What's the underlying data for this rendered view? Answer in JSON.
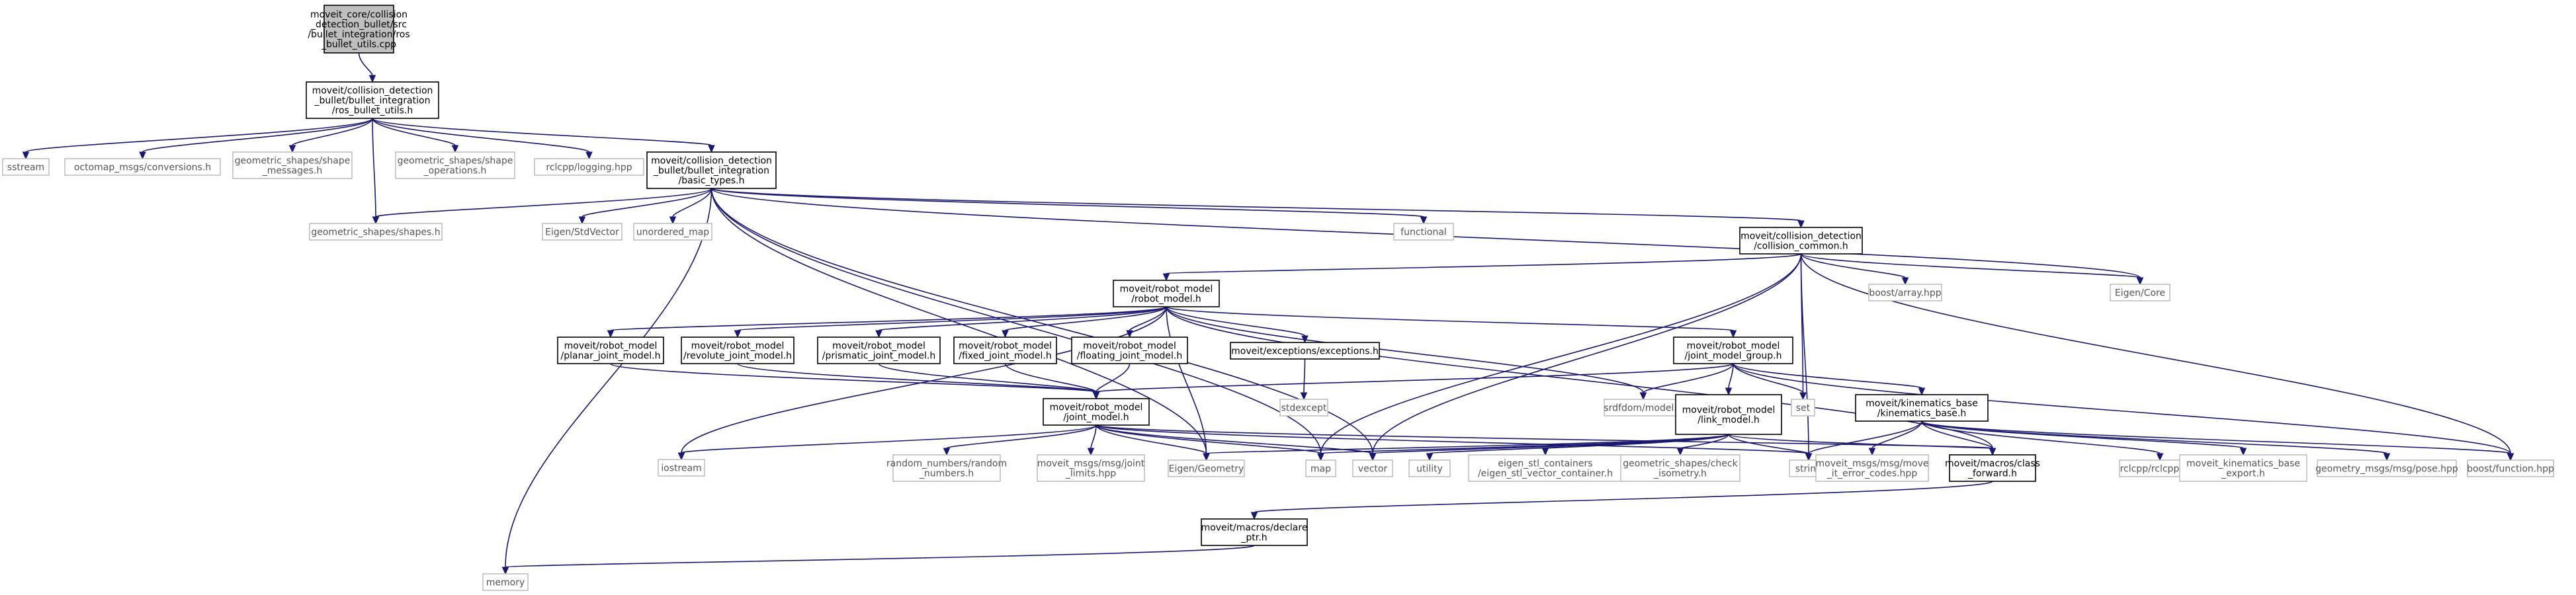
{
  "graph": {
    "colors": {
      "edge": "#191970",
      "local_border": "#000000",
      "system_border": "#bfbfbf",
      "root_fill": "#bfbfbf"
    },
    "nodes": [
      {
        "id": "root",
        "kind": "root",
        "lines": [
          "moveit_core/collision",
          "_detection_bullet/src",
          "/bullet_integration/ros",
          "_bullet_utils.cpp"
        ]
      },
      {
        "id": "rbu",
        "kind": "local",
        "lines": [
          "moveit/collision_detection",
          "_bullet/bullet_integration",
          "/ros_bullet_utils.h"
        ]
      },
      {
        "id": "sstream",
        "kind": "system",
        "lines": [
          "sstream"
        ]
      },
      {
        "id": "octomap",
        "kind": "system",
        "lines": [
          "octomap_msgs/conversions.h"
        ]
      },
      {
        "id": "gsm",
        "kind": "system",
        "lines": [
          "geometric_shapes/shape",
          "_messages.h"
        ]
      },
      {
        "id": "gso",
        "kind": "system",
        "lines": [
          "geometric_shapes/shape",
          "_operations.h"
        ]
      },
      {
        "id": "rcllog",
        "kind": "system",
        "lines": [
          "rclcpp/logging.hpp"
        ]
      },
      {
        "id": "bt",
        "kind": "local",
        "lines": [
          "moveit/collision_detection",
          "_bullet/bullet_integration",
          "/basic_types.h"
        ]
      },
      {
        "id": "gss",
        "kind": "system",
        "lines": [
          "geometric_shapes/shapes.h"
        ]
      },
      {
        "id": "memory",
        "kind": "system",
        "lines": [
          "memory"
        ]
      },
      {
        "id": "eigstd",
        "kind": "system",
        "lines": [
          "Eigen/StdVector"
        ]
      },
      {
        "id": "umap",
        "kind": "system",
        "lines": [
          "unordered_map"
        ]
      },
      {
        "id": "functional",
        "kind": "system",
        "lines": [
          "functional"
        ]
      },
      {
        "id": "cc",
        "kind": "local",
        "lines": [
          "moveit/collision_detection",
          "/collision_common.h"
        ]
      },
      {
        "id": "eigcore",
        "kind": "system",
        "lines": [
          "Eigen/Core"
        ]
      },
      {
        "id": "barr",
        "kind": "system",
        "lines": [
          "boost/array.hpp"
        ]
      },
      {
        "id": "rm",
        "kind": "local",
        "lines": [
          "moveit/robot_model",
          "/robot_model.h"
        ]
      },
      {
        "id": "pjm",
        "kind": "local",
        "lines": [
          "moveit/robot_model",
          "/planar_joint_model.h"
        ]
      },
      {
        "id": "rjm",
        "kind": "local",
        "lines": [
          "moveit/robot_model",
          "/revolute_joint_model.h"
        ]
      },
      {
        "id": "prjm",
        "kind": "local",
        "lines": [
          "moveit/robot_model",
          "/prismatic_joint_model.h"
        ]
      },
      {
        "id": "fxjm",
        "kind": "local",
        "lines": [
          "moveit/robot_model",
          "/fixed_joint_model.h"
        ]
      },
      {
        "id": "fljm",
        "kind": "local",
        "lines": [
          "moveit/robot_model",
          "/floating_joint_model.h"
        ]
      },
      {
        "id": "exc",
        "kind": "local",
        "lines": [
          "moveit/exceptions/exceptions.h"
        ]
      },
      {
        "id": "stdexc",
        "kind": "system",
        "lines": [
          "stdexcept"
        ]
      },
      {
        "id": "jmg",
        "kind": "local",
        "lines": [
          "moveit/robot_model",
          "/joint_model_group.h"
        ]
      },
      {
        "id": "jm",
        "kind": "local",
        "lines": [
          "moveit/robot_model",
          "/joint_model.h"
        ]
      },
      {
        "id": "srdf",
        "kind": "system",
        "lines": [
          "srdfdom/model.h"
        ]
      },
      {
        "id": "set",
        "kind": "system",
        "lines": [
          "set"
        ]
      },
      {
        "id": "kb",
        "kind": "local",
        "lines": [
          "moveit/kinematics_base",
          "/kinematics_base.h"
        ]
      },
      {
        "id": "lm",
        "kind": "local",
        "lines": [
          "moveit/robot_model",
          "/link_model.h"
        ]
      },
      {
        "id": "iostream",
        "kind": "system",
        "lines": [
          "iostream"
        ]
      },
      {
        "id": "rnd",
        "kind": "system",
        "lines": [
          "random_numbers/random",
          "_numbers.h"
        ]
      },
      {
        "id": "jl",
        "kind": "system",
        "lines": [
          "moveit_msgs/msg/joint",
          "_limits.hpp"
        ]
      },
      {
        "id": "eiggeo",
        "kind": "system",
        "lines": [
          "Eigen/Geometry"
        ]
      },
      {
        "id": "map",
        "kind": "system",
        "lines": [
          "map"
        ]
      },
      {
        "id": "vector",
        "kind": "system",
        "lines": [
          "vector"
        ]
      },
      {
        "id": "utility",
        "kind": "system",
        "lines": [
          "utility"
        ]
      },
      {
        "id": "esc",
        "kind": "system",
        "lines": [
          "eigen_stl_containers",
          "/eigen_stl_vector_container.h"
        ]
      },
      {
        "id": "gsci",
        "kind": "system",
        "lines": [
          "geometric_shapes/check",
          "_isometry.h"
        ]
      },
      {
        "id": "string",
        "kind": "system",
        "lines": [
          "string"
        ]
      },
      {
        "id": "mec",
        "kind": "system",
        "lines": [
          "moveit_msgs/msg/move",
          "_it_error_codes.hpp"
        ]
      },
      {
        "id": "cf",
        "kind": "local",
        "lines": [
          "moveit/macros/class",
          "_forward.h"
        ]
      },
      {
        "id": "rclcpp",
        "kind": "system",
        "lines": [
          "rclcpp/rclcpp.hpp"
        ]
      },
      {
        "id": "kbe",
        "kind": "system",
        "lines": [
          "moveit_kinematics_base",
          "_export.h"
        ]
      },
      {
        "id": "pose",
        "kind": "system",
        "lines": [
          "geometry_msgs/msg/pose.hpp"
        ]
      },
      {
        "id": "bfn",
        "kind": "system",
        "lines": [
          "boost/function.hpp"
        ]
      },
      {
        "id": "dp",
        "kind": "local",
        "lines": [
          "moveit/macros/declare",
          "_ptr.h"
        ]
      }
    ]
  }
}
